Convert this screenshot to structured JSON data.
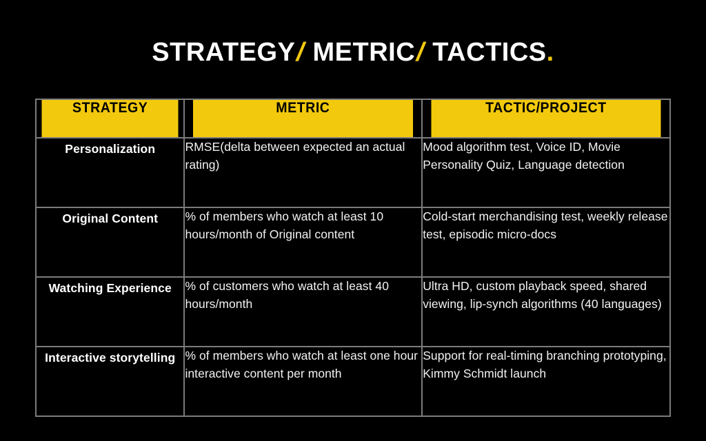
{
  "slide": {
    "background_color": "#000000",
    "accent_color": "#f2c90d",
    "text_color": "#ffffff"
  },
  "title": {
    "part_1": "STRATEGY",
    "slash_1": "/",
    "part_2": " METRIC",
    "slash_2": "/",
    "part_3": " TACTICS",
    "period": "."
  },
  "table": {
    "headers": [
      "STRATEGY",
      "METRIC",
      "TACTIC/PROJECT"
    ],
    "rows": [
      {
        "strategy": "Personalization",
        "metric": "RMSE(delta between expected an actual rating)",
        "tactic": "Mood algorithm test, Voice ID, Movie Personality Quiz, Language detection"
      },
      {
        "strategy": "Original Content",
        "metric": "% of members who watch at least 10 hours/month of Original content",
        "tactic": "Cold-start merchandising test, weekly release test, episodic micro-docs"
      },
      {
        "strategy": "Watching Experience",
        "metric": "% of customers who watch at least 40 hours/month",
        "tactic": "Ultra HD, custom playback speed, shared viewing, lip-synch algorithms (40 languages)"
      },
      {
        "strategy": "Interactive storytelling",
        "metric": "% of members who watch at least one hour interactive content per month",
        "tactic": "Support for real-timing branching prototyping, Kimmy Schmidt launch"
      }
    ]
  }
}
